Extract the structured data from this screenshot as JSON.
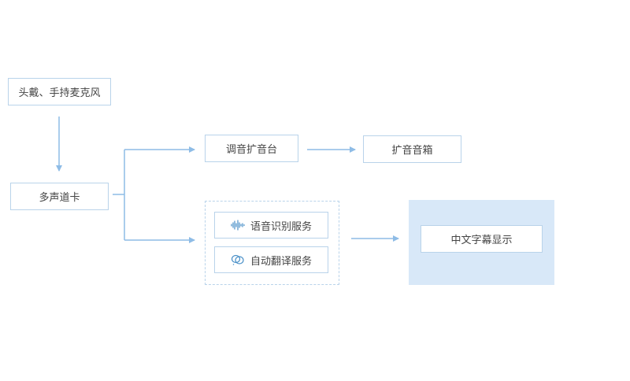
{
  "nodes": {
    "mic": "头戴、手持麦克风",
    "sound_card": "多声道卡",
    "mixer": "调音扩音台",
    "speaker": "扩音音箱",
    "speech_recognition": "语音识别服务",
    "auto_translate": "自动翻译服务",
    "subtitle_display": "中文字幕显示"
  },
  "icons": {
    "speech_recognition": "sound-wave-icon",
    "auto_translate": "translate-bubble-icon"
  },
  "colors": {
    "connector": "#8ebce6",
    "node_border": "#b9d3ea",
    "display_panel": "#d8e8f8",
    "icon": "#4a90c8"
  }
}
